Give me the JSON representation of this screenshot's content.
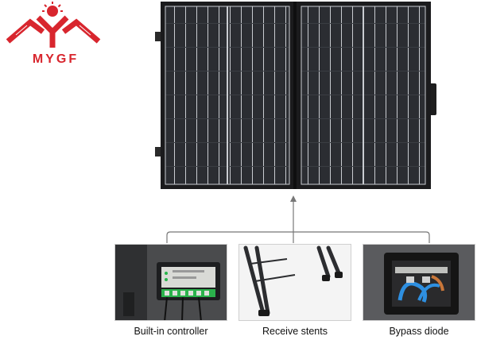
{
  "brand": {
    "name": "MYGF",
    "color": "#d8262e"
  },
  "product": {
    "type": "folding solar panel",
    "frame_color": "#1b1b1d",
    "cell_color": "#2a2c31"
  },
  "features": [
    {
      "label": "Built-in controller",
      "icon": "controller-photo"
    },
    {
      "label": "Receive stents",
      "icon": "stand-legs-photo"
    },
    {
      "label": "Bypass diode",
      "icon": "junction-box-photo"
    }
  ]
}
